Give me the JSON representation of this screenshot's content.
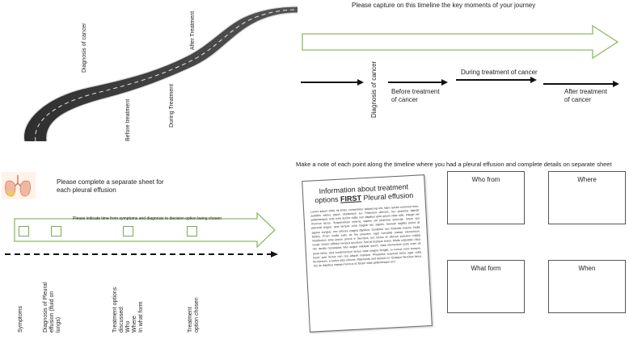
{
  "road": {
    "labels": {
      "diagnosis": "Diagnosis of cancer",
      "after": "After Treatment",
      "before": "Before treatment",
      "during": "During Treatment"
    }
  },
  "timeline_top": {
    "title": "Please capture on this timeline the key moments of your journey",
    "diagnosis": "Diagnosis of cancer",
    "before_line1": "Before treatment",
    "before_line2": "of cancer",
    "during": "During treatment of cancer",
    "after_line1": "After treatment",
    "after_line2": "of cancer"
  },
  "bottom_left": {
    "heading_line1": "Please complete a separate sheet for",
    "heading_line2": "each pleural effusion",
    "arrow_text": "Please indicate time from symptoms and diagnosis to decision option being chosen",
    "labels": {
      "symptoms": "Symptoms",
      "diagnosis_1": "Diagnosis of Pleural",
      "diagnosis_2": "effusion (fluid on",
      "diagnosis_3": "lungs)",
      "options_1": "Treatment options",
      "options_2": "discussed:",
      "options_3": "Who",
      "options_4": "Where",
      "options_5": "In what form",
      "chosen_1": "Treatment",
      "chosen_2": "option chosen"
    }
  },
  "bottom_right": {
    "heading": "Make a note of each point along the timeline where you had a pleural effusion and complete details on separate sheet",
    "sheet_title_1": "Information about treatment",
    "sheet_title_2_pre": "options ",
    "sheet_title_2_emph": "FIRST",
    "sheet_title_2_post": " Pleural effusion",
    "sheet_body": "Lorem ipsum dolor sit amet, consectetur adipiscing elit. Nam iaculis euismod eros, sodales varius ipsum vestibulum eu. Praesent ultricies, leo pharetra blandit pellentesque, erat nunc auctor nulla, non dapibus ante ipsum vitae odio. Integer vel rhoncus lacus. Suspendisse viverra, sapien vel pharetra vehicula, lorem nisi placerat augue, quis tempor urna magna nec sapien. Aenean sagittis purus at sapien congue, nec ultrices magna dapibus. Curabitur nec molestie mauris. Nulla facilisi. Proin mollis justo ac leo posuere, eget convallis massa elementum. Vestibulum ante ipsum primis in faucibus orci luctus et ultrices posuere cubilia curae. Donec efficitur tempus tincidunt. Sed at tristique lorem. Morbi vulputate, risus nec iaculis consequat, felis augue volutpat ipsum, vitae elementum justo enim sit amet tortor. Sed condimentum lectus vitae magna feugiat, in cursus nunc tempus. Nunc quis lectus non nisi aliquet tristique. Phasellus euismod tortor eget nulla fermentum, a luctus odio ultrices. Maecenas sed laoreet mi. Quisque faucibus lacus dui, ac dapibus massa rhoncus id. Etiam vitae pellentesque orci.",
    "boxes": {
      "who_from": "Who from",
      "where": "Where",
      "what_form": "What form",
      "when": "When"
    }
  },
  "colors": {
    "arrow_outline": "#8dbb63",
    "road": "#3d3d3d",
    "road_line": "#e7e7e7"
  }
}
